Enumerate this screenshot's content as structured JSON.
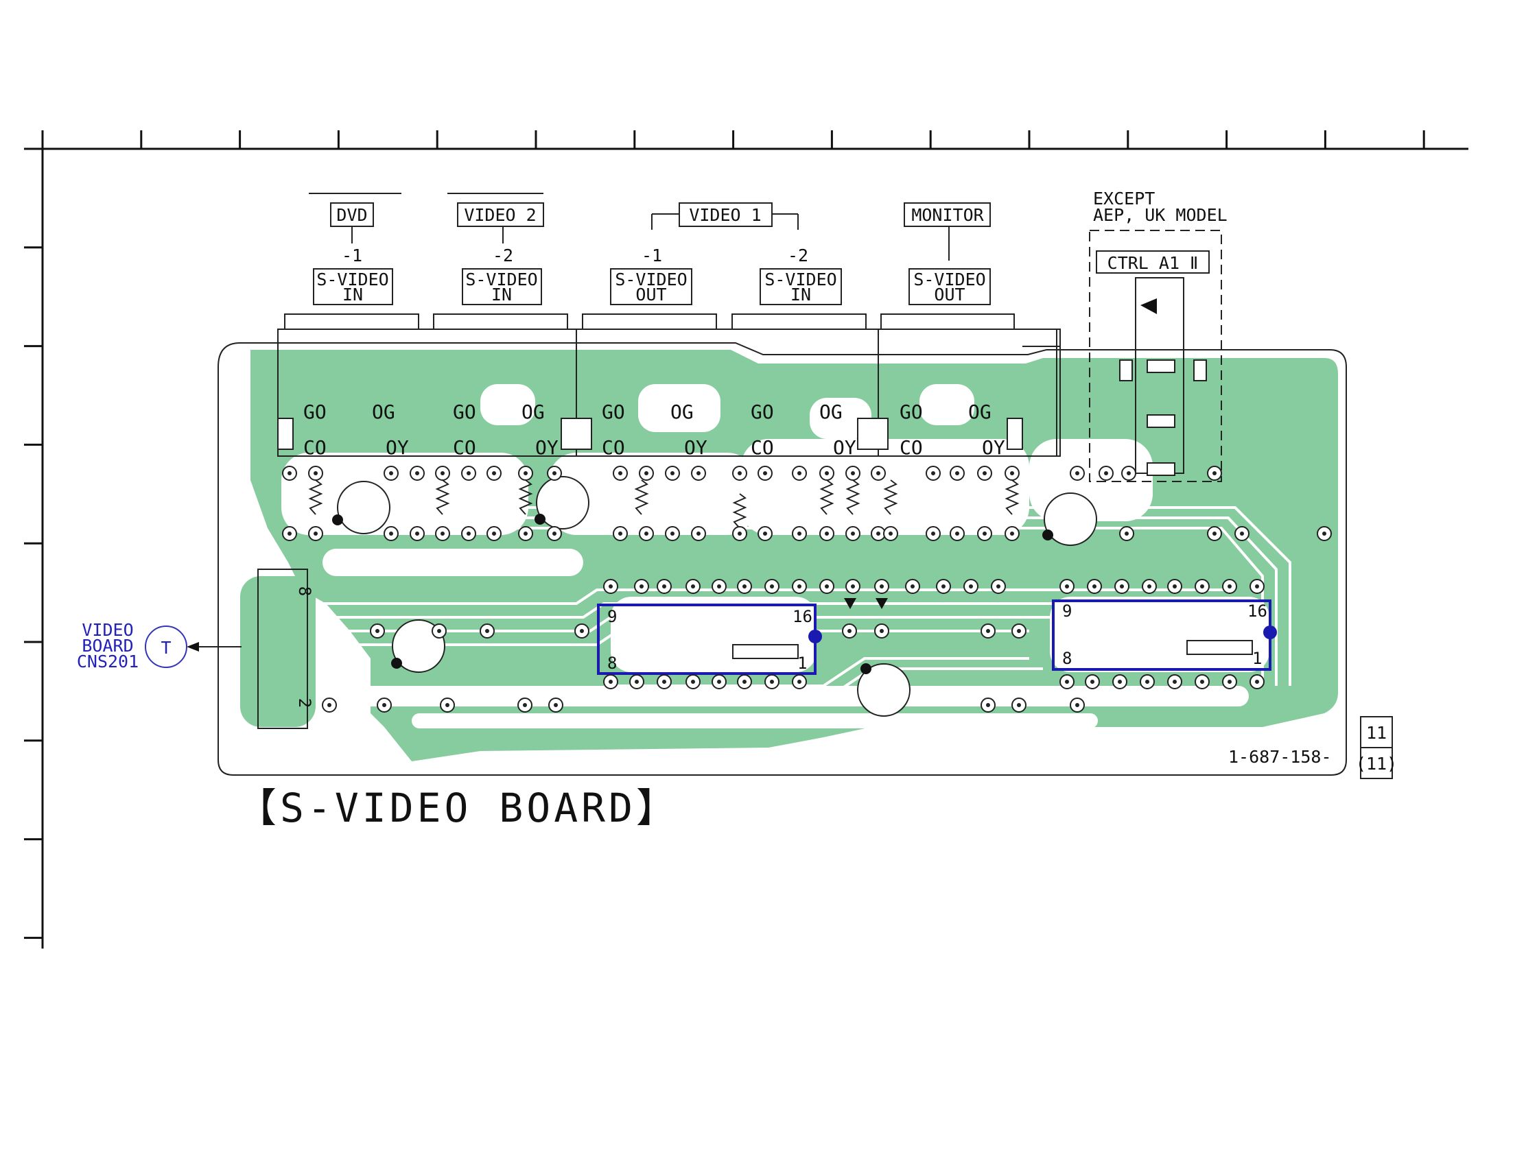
{
  "board": {
    "title": "【S-VIDEO BOARD】",
    "part_number": "1-687-158-",
    "page_box": {
      "top": "11",
      "bottom": "(11)"
    },
    "colors": {
      "copper": "#86cc9f",
      "ic_outline": "#1a1ab0",
      "text": "#111111",
      "link_text": "#3333bb"
    }
  },
  "jacks": {
    "dvd": {
      "group": "DVD",
      "suffix": "-1",
      "line1": "S-VIDEO",
      "line2": "IN"
    },
    "video2": {
      "group": "VIDEO 2",
      "suffix": "-2",
      "line1": "S-VIDEO",
      "line2": "IN"
    },
    "video1_group": "VIDEO 1",
    "video1_out": {
      "suffix": "-1",
      "line1": "S-VIDEO",
      "line2": "OUT"
    },
    "video1_in": {
      "suffix": "-2",
      "line1": "S-VIDEO",
      "line2": "IN"
    },
    "monitor": {
      "group": "MONITOR",
      "line1": "S-VIDEO",
      "line2": "OUT"
    }
  },
  "ctrl": {
    "note_line1": "EXCEPT",
    "note_line2": "AEP, UK MODEL",
    "label": "CTRL A1 Ⅱ"
  },
  "connector_ref": {
    "line1": "VIDEO",
    "line2": "BOARD",
    "line3": "CNS201",
    "letter": "T",
    "pin_top": "8",
    "pin_bottom": "2"
  },
  "jack_pin_labels": {
    "g": "G",
    "c": "C",
    "y": "Y",
    "o": "O"
  },
  "ic_left": {
    "pin9": "9",
    "pin16": "16",
    "pin8": "8",
    "pin1": "1"
  },
  "ic_right": {
    "pin9": "9",
    "pin16": "16",
    "pin8": "8",
    "pin1": "1"
  }
}
